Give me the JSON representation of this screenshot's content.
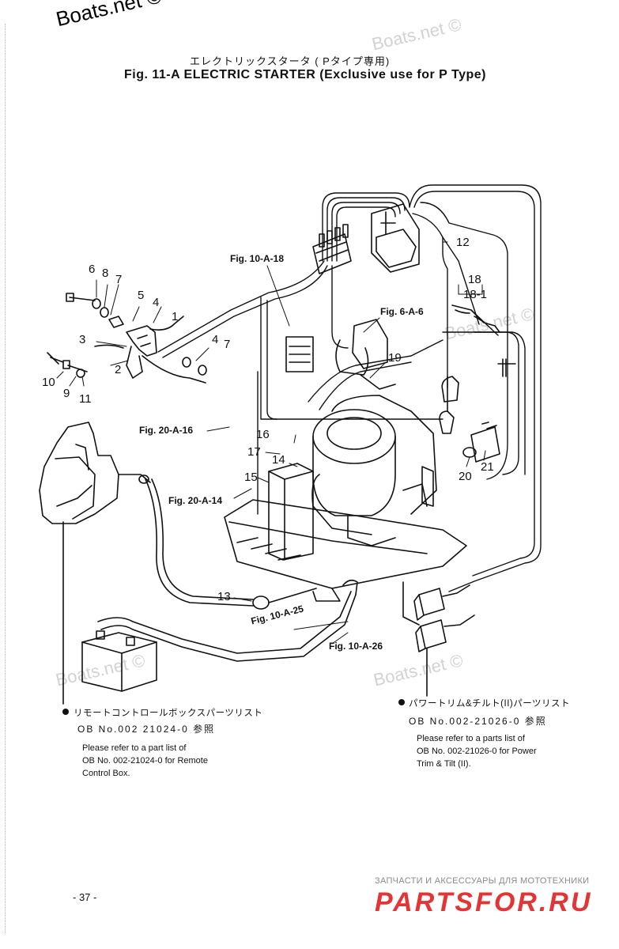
{
  "watermarks": {
    "main": "Boats.net ©",
    "faint": "Boats.net ©"
  },
  "header": {
    "title_jp": "エレクトリックスタータ ( Pタイプ専用)",
    "title_en": "Fig. 11-A   ELECTRIC STARTER (Exclusive use for P Type)"
  },
  "callouts": {
    "c1": "1",
    "c2": "2",
    "c3": "3",
    "c4a": "4",
    "c4b": "4",
    "c5": "5",
    "c6": "6",
    "c7a": "7",
    "c7b": "7",
    "c8": "8",
    "c9": "9",
    "c10": "10",
    "c11": "11",
    "c12": "12",
    "c13": "13",
    "c14": "14",
    "c15": "15",
    "c16": "16",
    "c17": "17",
    "c18": "18",
    "c18_1": "18-1",
    "c19": "19",
    "c20": "20",
    "c21": "21"
  },
  "figrefs": {
    "f10a18": "Fig. 10-A-18",
    "f6a6": "Fig. 6-A-6",
    "f20a16": "Fig. 20-A-16",
    "f20a14": "Fig. 20-A-14",
    "f10a25": "Fig. 10-A-25",
    "f10a26": "Fig. 10-A-26"
  },
  "notes": {
    "left": {
      "jp": "リモートコントロールボックスパーツリスト",
      "code": "OB No.002  21024-0 参照",
      "line1": "Please refer to a part list of",
      "line2": "OB No. 002-21024-0 for Remote",
      "line3": "Control Box."
    },
    "right": {
      "jp": "パワートリム&チルト(II)パーツリスト",
      "code": "OB No.002-21026-0 参照",
      "line1": "Please refer to a parts list of",
      "line2": "OB No. 002-21026-0 for Power",
      "line3": "Trim & Tilt (II)."
    }
  },
  "footer": {
    "page": "- 37 -",
    "brand_small": "ЗАПЧАСТИ И АКСЕССУАРЫ ДЛЯ МОТОТЕХНИКИ",
    "brand_big": "PARTSFOR.RU"
  }
}
